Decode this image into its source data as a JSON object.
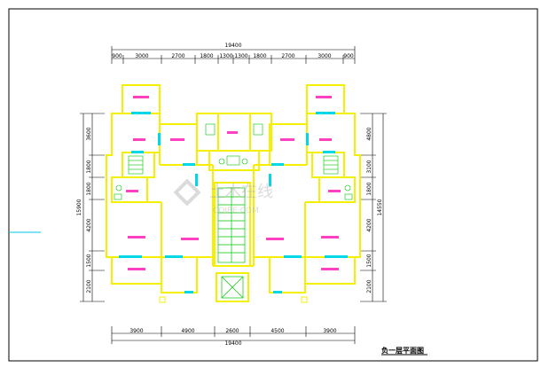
{
  "drawing": {
    "title": "负一层平面图",
    "top_total": "19400",
    "top_segments": [
      "900",
      "3000",
      "2700",
      "1800",
      "1300",
      "1300",
      "1800",
      "2700",
      "3000",
      "900"
    ],
    "bottom_segments": [
      "3900",
      "4900",
      "2600",
      "4500",
      "3900"
    ],
    "bottom_total": "19400",
    "left_total": "15900",
    "left_segments": [
      "3600",
      "1800",
      "1800",
      "4200",
      "1500",
      "2100"
    ],
    "right_total": "14550",
    "right_segments": [
      "4800",
      "3100",
      "1800",
      "4200",
      "1500",
      "2100"
    ],
    "watermark": {
      "main": "土木在线",
      "sub": "COIBE·COM"
    }
  },
  "colors": {
    "wall": "#f4f000",
    "door": "#00d8e8",
    "room_label": "#ff40c0",
    "green": "#00c800",
    "dimension": "#000000",
    "frame": "#000000"
  }
}
